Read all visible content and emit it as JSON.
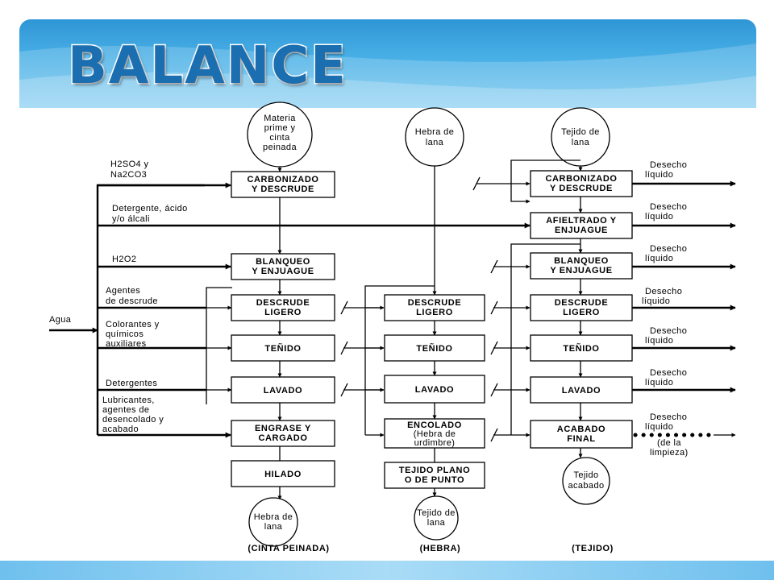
{
  "title": "BALANCE",
  "columns": {
    "cinta": {
      "start": [
        "Materia",
        "prime y",
        "cinta",
        "peinada"
      ],
      "steps": [
        [
          "CARBONIZADO",
          "Y DESCRUDE"
        ],
        [
          "BLANQUEO",
          "Y ENJUAGUE"
        ],
        [
          "DESCRUDE",
          "LIGERO"
        ],
        [
          "TEÑIDO"
        ],
        [
          "LAVADO"
        ],
        [
          "ENGRASE Y",
          "CARGADO"
        ],
        [
          "HILADO"
        ]
      ],
      "end": [
        "Hebra de",
        "lana"
      ],
      "caption": "(CINTA PEINADA)"
    },
    "hebra": {
      "start": [
        "Hebra de",
        "lana"
      ],
      "steps": [
        [
          "DESCRUDE",
          "LIGERO"
        ],
        [
          "TEÑIDO"
        ],
        [
          "LAVADO"
        ],
        [
          "ENCOLADO",
          "(Hebra de",
          "urdimbre)"
        ],
        [
          "TEJIDO PLANO",
          "O DE PUNTO"
        ]
      ],
      "end": [
        "Tejido de",
        "lana"
      ],
      "caption": "(HEBRA)"
    },
    "tejido": {
      "start": [
        "Tejido de",
        "lana"
      ],
      "steps": [
        [
          "CARBONIZADO",
          "Y DESCRUDE"
        ],
        [
          "AFIELTRADO Y",
          "ENJUAGUE"
        ],
        [
          "BLANQUEO",
          "Y ENJUAGUE"
        ],
        [
          "DESCRUDE",
          "LIGERO"
        ],
        [
          "TEÑIDO"
        ],
        [
          "LAVADO"
        ],
        [
          "ACABADO",
          "FINAL"
        ]
      ],
      "end": [
        "Tejido",
        "acabado"
      ],
      "caption": "(TEJIDO)"
    }
  },
  "inputs": {
    "agua": "Agua",
    "h2so4": "H2SO4 y",
    "na2co3": "Na2CO3",
    "detergente_acido": [
      "Detergente, ácido",
      "y/o álcali"
    ],
    "h2o2": "H2O2",
    "agentes_descrude": [
      "Agentes",
      "de descrude"
    ],
    "colorantes": [
      "Colorantes y",
      "químicos",
      "auxiliares"
    ],
    "detergentes": "Detergentes",
    "lubricantes": [
      "Lubricantes,",
      "agentes de",
      "desencolado y",
      "acabado"
    ]
  },
  "outputs": {
    "desecho": [
      "Desecho",
      "líquido"
    ],
    "desecho_limpieza": [
      "Desecho",
      "líquido",
      "(de la",
      "limpieza)"
    ]
  }
}
